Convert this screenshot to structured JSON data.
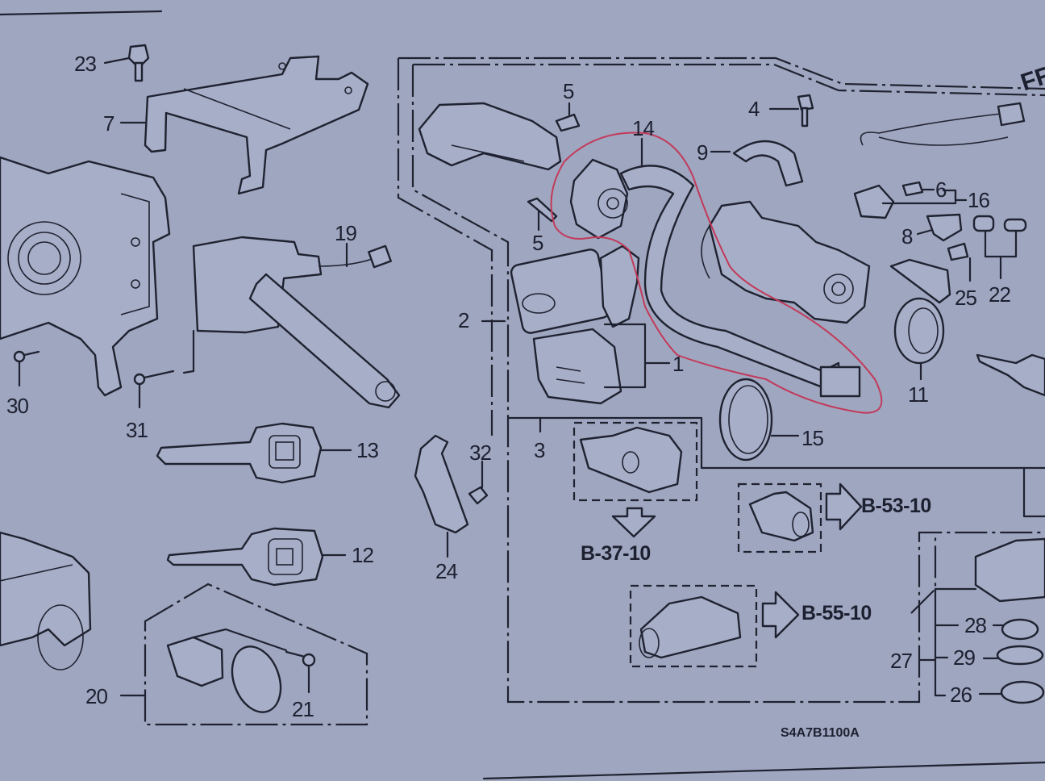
{
  "diagram": {
    "title_partial": "FR",
    "drawing_code": "S4A7B1100A",
    "accent_colors": {
      "paper": "#9fa6c0",
      "ink": "#1d2030",
      "hand_marking": "#c23a5a"
    },
    "callouts": [
      {
        "id": "c1",
        "label": "1"
      },
      {
        "id": "c2",
        "label": "2"
      },
      {
        "id": "c3",
        "label": "3"
      },
      {
        "id": "c4",
        "label": "4"
      },
      {
        "id": "c5a",
        "label": "5"
      },
      {
        "id": "c5b",
        "label": "5"
      },
      {
        "id": "c6",
        "label": "6"
      },
      {
        "id": "c7",
        "label": "7"
      },
      {
        "id": "c8",
        "label": "8"
      },
      {
        "id": "c9",
        "label": "9"
      },
      {
        "id": "c11",
        "label": "11"
      },
      {
        "id": "c12",
        "label": "12"
      },
      {
        "id": "c13",
        "label": "13"
      },
      {
        "id": "c14",
        "label": "14"
      },
      {
        "id": "c15",
        "label": "15"
      },
      {
        "id": "c16",
        "label": "16"
      },
      {
        "id": "c19",
        "label": "19"
      },
      {
        "id": "c20",
        "label": "20"
      },
      {
        "id": "c21",
        "label": "21"
      },
      {
        "id": "c22",
        "label": "22"
      },
      {
        "id": "c23",
        "label": "23"
      },
      {
        "id": "c24",
        "label": "24"
      },
      {
        "id": "c25",
        "label": "25"
      },
      {
        "id": "c26",
        "label": "26"
      },
      {
        "id": "c27",
        "label": "27"
      },
      {
        "id": "c28",
        "label": "28"
      },
      {
        "id": "c29",
        "label": "29"
      },
      {
        "id": "c30",
        "label": "30"
      },
      {
        "id": "c31",
        "label": "31"
      },
      {
        "id": "c32",
        "label": "32"
      }
    ],
    "references": [
      {
        "id": "ref-b37",
        "label": "B-37-10",
        "arrow": "down"
      },
      {
        "id": "ref-b53",
        "label": "B-53-10",
        "arrow": "right"
      },
      {
        "id": "ref-b55",
        "label": "B-55-10",
        "arrow": "right"
      }
    ],
    "annotation": "hand-drawn red outline around part 14 (ignition wire harness)"
  }
}
